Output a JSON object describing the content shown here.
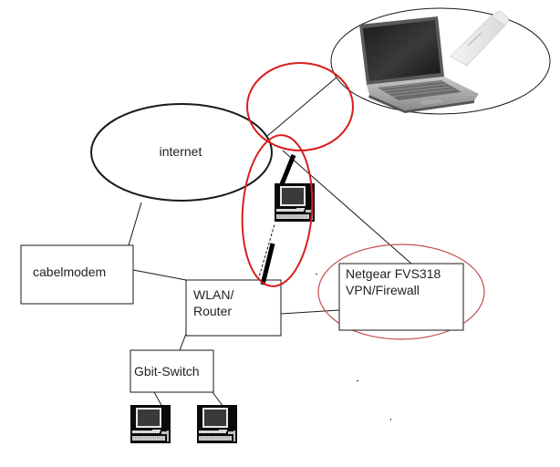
{
  "diagram": {
    "title": "",
    "nodes": {
      "internet": {
        "label": "internet",
        "shape": "ellipse"
      },
      "cabelmodem": {
        "label": "cabelmodem",
        "shape": "box"
      },
      "router": {
        "label_line1": "WLAN/",
        "label_line2": "Router",
        "shape": "box"
      },
      "switch": {
        "label": "Gbit-Switch",
        "shape": "box"
      },
      "firewall": {
        "label_line1": "Netgear FVS318",
        "label_line2": "VPN/Firewall",
        "shape": "box"
      },
      "laptop_group": {
        "label": "",
        "contents": [
          "laptop-icon",
          "usb-modem-icon"
        ],
        "shape": "ellipse"
      },
      "wireless_pc": {
        "label": "",
        "icon": "desktop-computer-icon"
      },
      "switch_pc_1": {
        "label": "",
        "icon": "desktop-computer-icon"
      },
      "switch_pc_2": {
        "label": "",
        "icon": "desktop-computer-icon"
      }
    },
    "edges": [
      {
        "from": "internet",
        "to": "cabelmodem",
        "style": "solid"
      },
      {
        "from": "cabelmodem",
        "to": "router",
        "style": "solid"
      },
      {
        "from": "router",
        "to": "firewall",
        "style": "solid"
      },
      {
        "from": "router",
        "to": "switch",
        "style": "solid"
      },
      {
        "from": "switch",
        "to": "switch_pc_1",
        "style": "solid"
      },
      {
        "from": "switch",
        "to": "switch_pc_2",
        "style": "solid"
      },
      {
        "from": "router",
        "to": "wireless_pc",
        "style": "dashed-wireless"
      },
      {
        "from": "internet",
        "to": "laptop_group",
        "style": "solid"
      },
      {
        "from": "internet",
        "to": "firewall",
        "style": "solid"
      }
    ],
    "highlights": [
      {
        "name": "internet-laptop-junction",
        "color": "#d81e1e"
      },
      {
        "name": "wireless-link",
        "color": "#d81e1e"
      },
      {
        "name": "firewall",
        "color": "#c0504d"
      }
    ],
    "colors": {
      "line": "#1a1a1a",
      "highlight_red": "#d81e1e",
      "highlight_soft_red": "#c0504d"
    }
  }
}
